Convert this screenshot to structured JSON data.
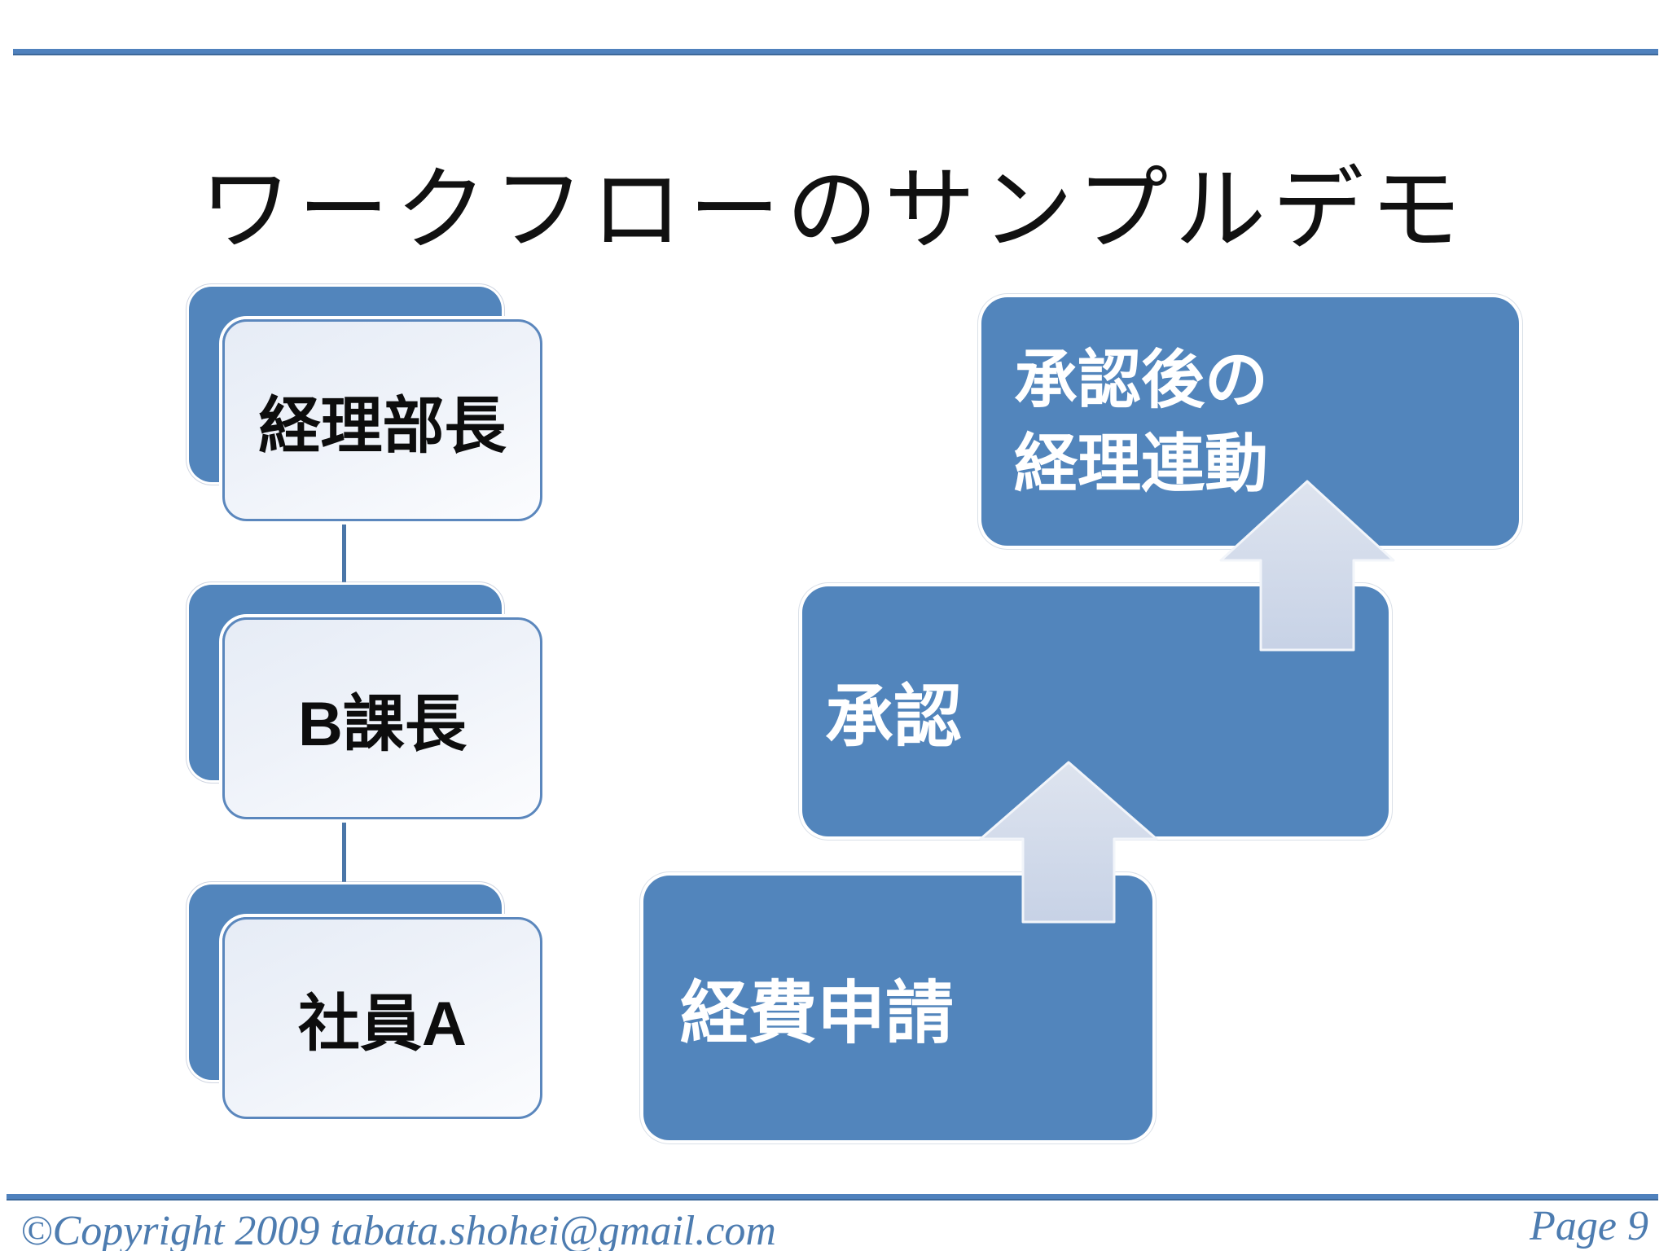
{
  "slide": {
    "title": "ワークフローのサンプルデモ"
  },
  "org_chart": {
    "nodes": [
      {
        "label": "経理部長"
      },
      {
        "label": "B課長"
      },
      {
        "label": "社員A"
      }
    ]
  },
  "workflow": {
    "steps": [
      {
        "label": "経費申請"
      },
      {
        "label": "承認"
      },
      {
        "label_lines": [
          "承認後の",
          "経理連動"
        ]
      }
    ]
  },
  "footer": {
    "copyright": "©Copyright 2009  tabata.shohei@gmail.com",
    "page": "Page 9"
  },
  "colors": {
    "box_blue": "#5285bc",
    "rule_blue": "#4f81bd",
    "connector_blue": "#4a76a8",
    "node_light_fill": "#edf1f8",
    "arrow_fill_top": "#dee4ef",
    "arrow_fill_bottom": "#c7d2e6",
    "footer_text_blue": "#4d7cb0",
    "title_text": "#111111"
  }
}
